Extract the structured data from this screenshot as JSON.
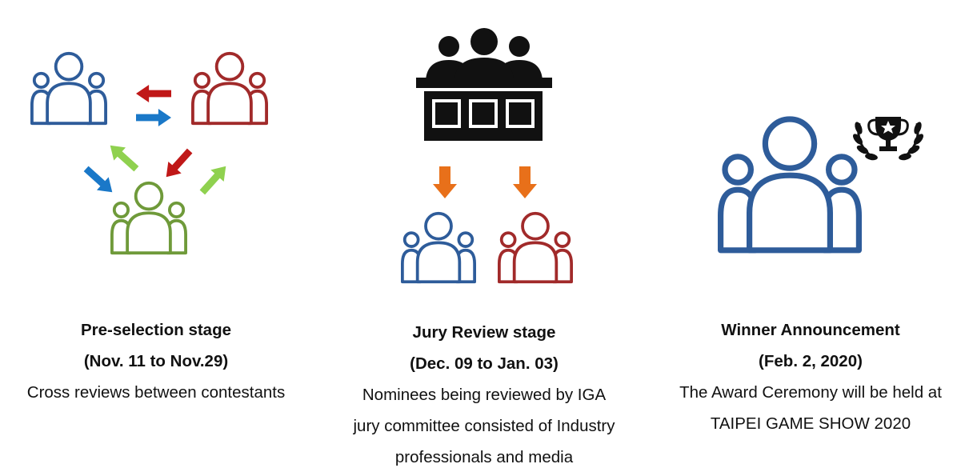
{
  "stages": [
    {
      "title": "Pre-selection stage",
      "date": "(Nov. 11 to Nov.29)",
      "description": "Cross reviews between contestants",
      "icons": [
        "blue-group-icon",
        "red-group-icon",
        "green-group-icon",
        "exchange-arrows-icon"
      ]
    },
    {
      "title": "Jury Review stage",
      "date": "(Dec. 09 to Jan. 03)",
      "description_lines": [
        "Nominees being reviewed by IGA",
        "jury committee consisted of Industry",
        "professionals and media"
      ],
      "icons": [
        "jury-panel-icon",
        "orange-down-arrow-icon",
        "blue-group-icon",
        "red-group-icon"
      ]
    },
    {
      "title": "Winner Announcement",
      "date": "(Feb. 2, 2020)",
      "description_lines": [
        "The Award Ceremony will be held at",
        "TAIPEI GAME SHOW 2020"
      ],
      "icons": [
        "winner-group-icon",
        "trophy-laurel-icon"
      ]
    }
  ],
  "colors": {
    "blue": "#2e5c9a",
    "red": "#a12a2a",
    "green": "#6f9a3a",
    "arrow_red": "#c01818",
    "arrow_blue": "#1a78c8",
    "arrow_green": "#8fd14f",
    "arrow_orange": "#e8701a",
    "black": "#111111"
  }
}
